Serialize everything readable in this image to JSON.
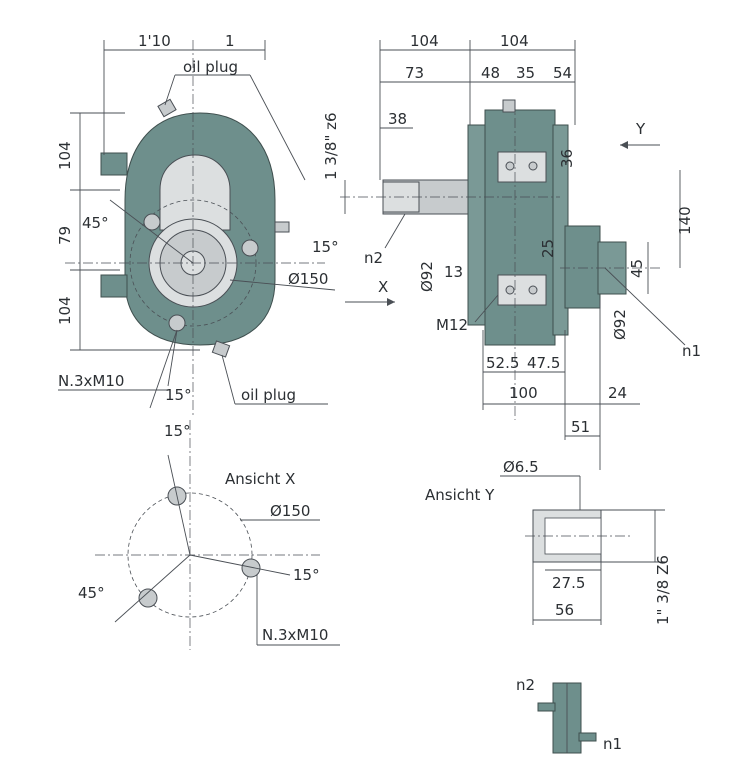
{
  "front_view": {
    "dims": {
      "top_left": "1'10",
      "top_right": "1",
      "h_top": "104",
      "h_mid": "79",
      "h_bottom": "104"
    },
    "labels": {
      "oil_plug_top": "oil plug",
      "oil_plug_bottom": "oil plug",
      "angle_45": "45°",
      "angle_15_right": "15°",
      "angle_15_bottom": "15°",
      "diameter": "Ø150",
      "bolts": "N.3xM10"
    }
  },
  "side_view": {
    "dims": {
      "top_104_left": "104",
      "top_104_right": "104",
      "d73": "73",
      "d48": "48",
      "d35": "35",
      "d54": "54",
      "d38": "38",
      "d36": "36",
      "d140": "140",
      "d25": "25",
      "d45": "45",
      "d13": "13",
      "d92_left": "Ø92",
      "d92_right": "Ø92",
      "d52_5": "52.5",
      "d47_5": "47.5",
      "d100": "100",
      "d24": "24",
      "d51": "51"
    },
    "labels": {
      "shaft_spec": "1 3/8\" z6",
      "n2": "n2",
      "n1": "n1",
      "x_arrow": "X",
      "y_arrow": "Y",
      "thread": "M12"
    }
  },
  "ansicht_x": {
    "title": "Ansicht X",
    "angle_15_top": "15°",
    "angle_15_right": "15°",
    "angle_45": "45°",
    "diameter": "Ø150",
    "bolts": "N.3xM10"
  },
  "ansicht_y": {
    "title": "Ansicht Y",
    "d6_5": "Ø6.5",
    "d27_5": "27.5",
    "d56": "56",
    "shaft_spec": "1\" 3/8 Z6"
  },
  "schematic": {
    "n2": "n2",
    "n1": "n1"
  },
  "colors": {
    "housing": "#6e8f8c",
    "shaft": "#c7cbcd",
    "lines": "#4a4f55"
  }
}
